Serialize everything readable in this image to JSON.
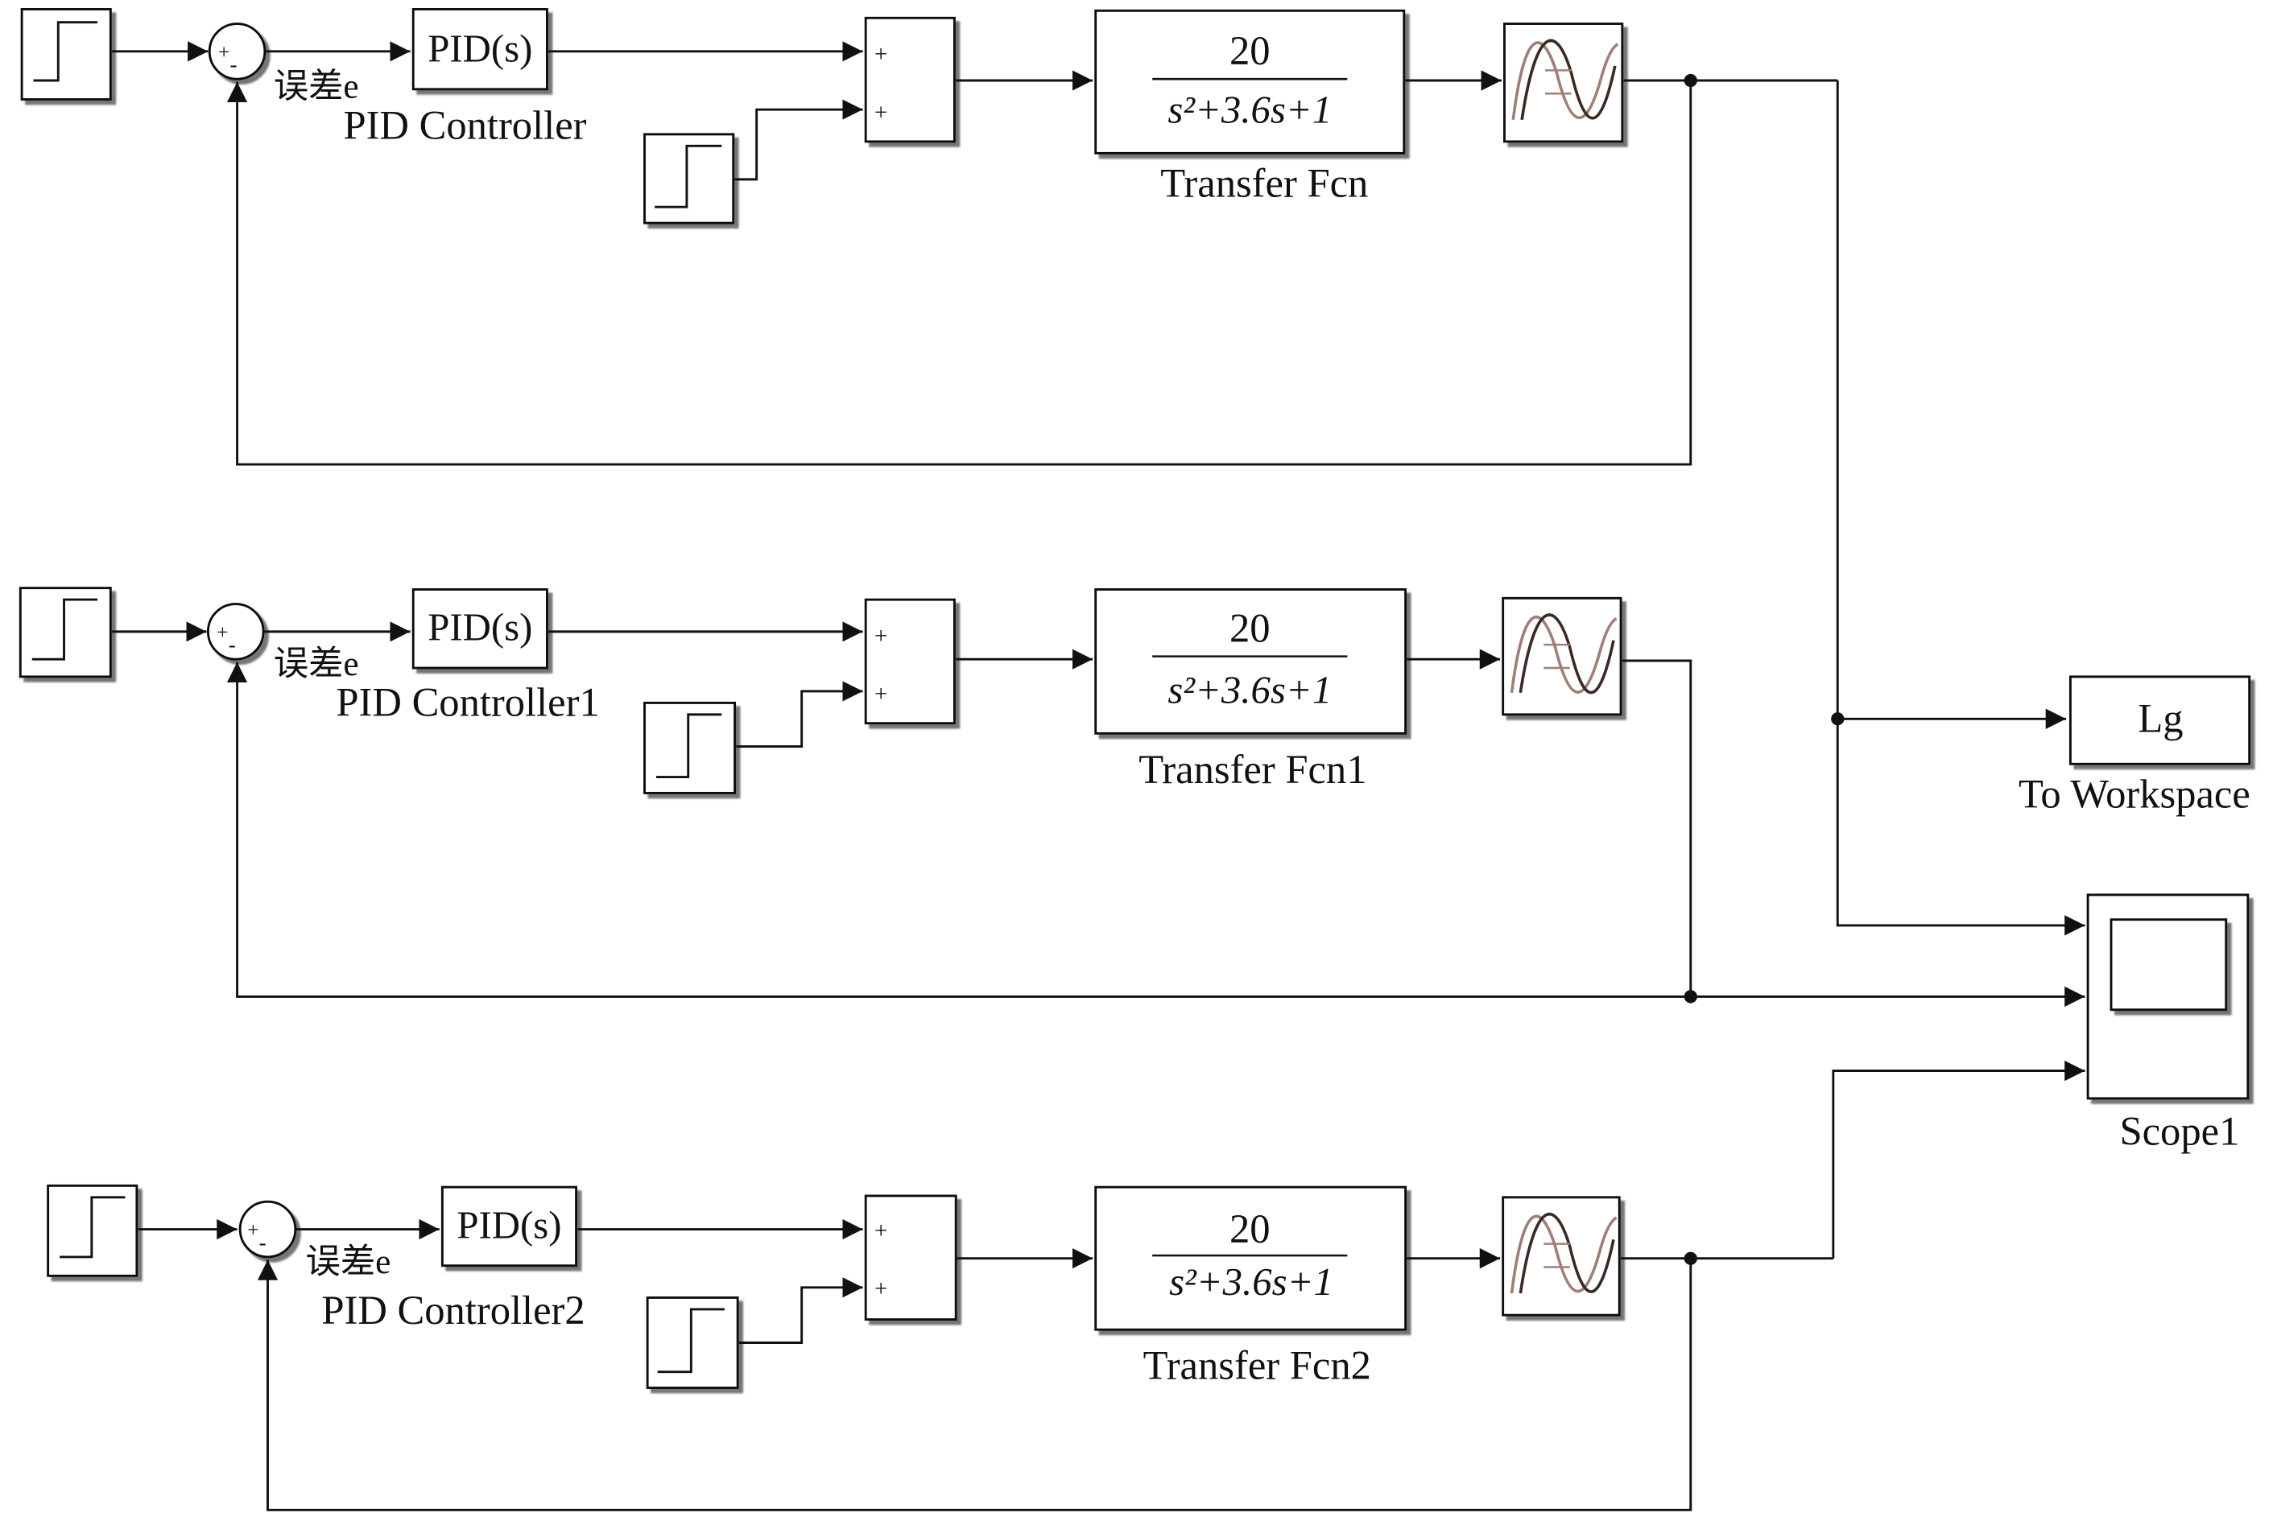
{
  "rows": [
    {
      "error_label": "误差e",
      "pid_block": "PID(s)",
      "pid_name": "PID Controller",
      "sum_main_sign": "+",
      "sum_feedback_sign": "-",
      "adder_sign_top": "+",
      "adder_sign_bottom": "+",
      "tf_numerator": "20",
      "tf_denominator": "s²+3.6s+1",
      "tf_name": "Transfer Fcn"
    },
    {
      "error_label": "误差e",
      "pid_block": "PID(s)",
      "pid_name": "PID Controller1",
      "sum_main_sign": "+",
      "sum_feedback_sign": "-",
      "adder_sign_top": "+",
      "adder_sign_bottom": "+",
      "tf_numerator": "20",
      "tf_denominator": "s²+3.6s+1",
      "tf_name": "Transfer Fcn1"
    },
    {
      "error_label": "误差e",
      "pid_block": "PID(s)",
      "pid_name": "PID Controller2",
      "sum_main_sign": "+",
      "sum_feedback_sign": "-",
      "adder_sign_top": "+",
      "adder_sign_bottom": "+",
      "tf_numerator": "20",
      "tf_denominator": "s²+3.6s+1",
      "tf_name": "Transfer Fcn2"
    }
  ],
  "workspace": {
    "variable": "Lg",
    "name": "To Workspace"
  },
  "scope": {
    "name": "Scope1"
  },
  "icons": {
    "step": "step-source-icon",
    "sum": "sum-circle-icon",
    "delay": "transport-delay-icon",
    "scope": "scope-screen-icon"
  },
  "colors": {
    "line": "#111111",
    "block_fill": "#ffffff",
    "shadow": "#555555",
    "delay_wave_dark": "#3a2a24",
    "delay_wave_light": "#a07f76"
  }
}
